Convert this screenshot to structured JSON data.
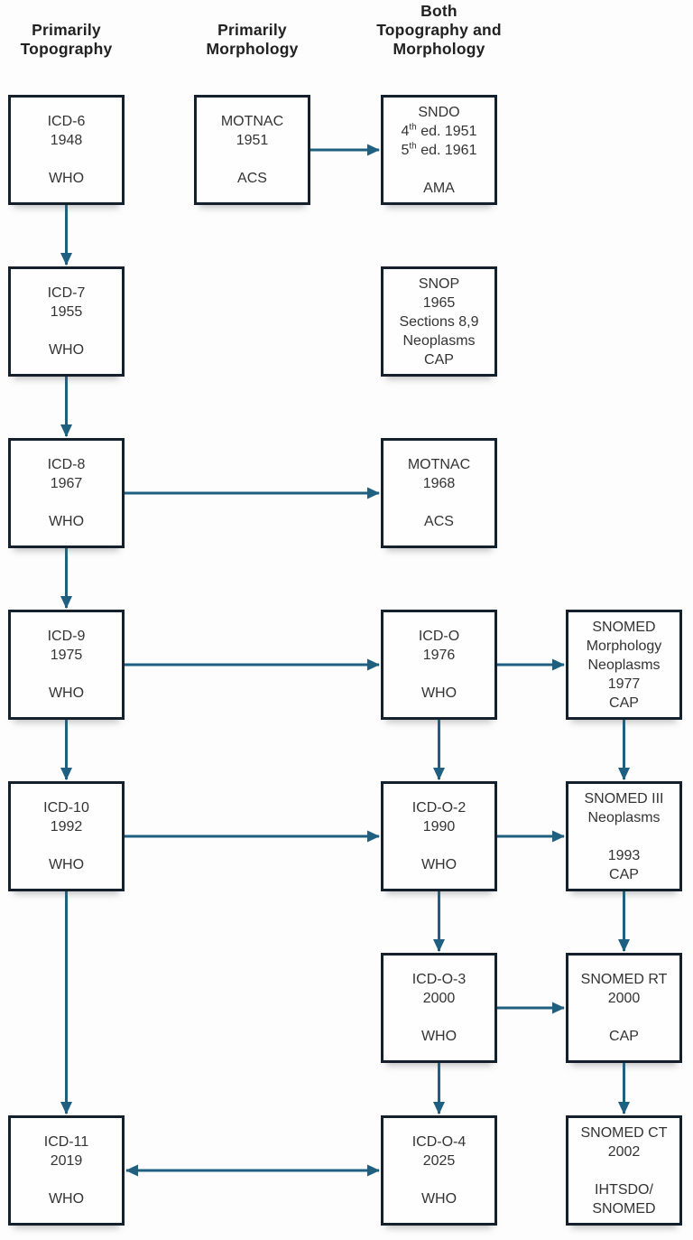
{
  "colors": {
    "arrow": "#1f6080",
    "box_border": "#14212c",
    "box_background": "#fefefe",
    "node_text": "#333333",
    "header_text": "#212121",
    "background": "#fdfdfd"
  },
  "headers": [
    {
      "id": "primarily-topography",
      "title": "Primarily\nTopography",
      "col": 0
    },
    {
      "id": "primarily-morphology",
      "title": "Primarily\nMorphology",
      "col": 1
    },
    {
      "id": "both-topography-and-morphology",
      "title": "Both\nTopography and\nMorphology",
      "col": 2
    }
  ],
  "nodes": [
    {
      "id": "icd6",
      "col": 0,
      "row": 0,
      "lines": [
        "ICD-6",
        "1948",
        "",
        "WHO"
      ]
    },
    {
      "id": "motnac1951",
      "col": 1,
      "row": 0,
      "lines": [
        "MOTNAC",
        "1951",
        "",
        "ACS"
      ]
    },
    {
      "id": "sndo",
      "col": 2,
      "row": 0,
      "lines": [
        "SNDO",
        "4th ed. 1951",
        "5th ed. 1961",
        "",
        "AMA"
      ]
    },
    {
      "id": "icd7",
      "col": 0,
      "row": 1,
      "lines": [
        "ICD-7",
        "1955",
        "",
        "WHO"
      ]
    },
    {
      "id": "snop",
      "col": 2,
      "row": 1,
      "lines": [
        "SNOP",
        "1965",
        "Sections 8,9",
        "Neoplasms",
        "CAP"
      ]
    },
    {
      "id": "icd8",
      "col": 0,
      "row": 2,
      "lines": [
        "ICD-8",
        "1967",
        "",
        "WHO"
      ]
    },
    {
      "id": "motnac1968",
      "col": 2,
      "row": 2,
      "lines": [
        "MOTNAC",
        "1968",
        "",
        "ACS"
      ]
    },
    {
      "id": "icd9",
      "col": 0,
      "row": 3,
      "lines": [
        "ICD-9",
        "1975",
        "",
        "WHO"
      ]
    },
    {
      "id": "icdo",
      "col": 2,
      "row": 3,
      "lines": [
        "ICD-O",
        "1976",
        "",
        "WHO"
      ]
    },
    {
      "id": "snomedmorph",
      "col": 3,
      "row": 3,
      "lines": [
        "SNOMED",
        "Morphology",
        "Neoplasms",
        "1977",
        "CAP"
      ]
    },
    {
      "id": "icd10",
      "col": 0,
      "row": 4,
      "lines": [
        "ICD-10",
        "1992",
        "",
        "WHO"
      ]
    },
    {
      "id": "icdo2",
      "col": 2,
      "row": 4,
      "lines": [
        "ICD-O-2",
        "1990",
        "",
        "WHO"
      ]
    },
    {
      "id": "snomed3",
      "col": 3,
      "row": 4,
      "lines": [
        "SNOMED III",
        "Neoplasms",
        "",
        "1993",
        "CAP"
      ]
    },
    {
      "id": "icdo3",
      "col": 2,
      "row": 5,
      "lines": [
        "ICD-O-3",
        "2000",
        "",
        "WHO"
      ]
    },
    {
      "id": "snomedrt",
      "col": 3,
      "row": 5,
      "lines": [
        "SNOMED RT",
        "2000",
        "",
        "CAP"
      ]
    },
    {
      "id": "icd11",
      "col": 0,
      "row": 6,
      "lines": [
        "ICD-11",
        "2019",
        "",
        "WHO"
      ]
    },
    {
      "id": "icdo4",
      "col": 2,
      "row": 6,
      "lines": [
        "ICD-O-4",
        "2025",
        "",
        "WHO"
      ]
    },
    {
      "id": "snomedct",
      "col": 3,
      "row": 6,
      "lines": [
        "SNOMED CT",
        "2002",
        "",
        "IHTSDO/",
        "SNOMED"
      ]
    }
  ],
  "edges": [
    {
      "from": "icd6",
      "to": "icd7",
      "double": false
    },
    {
      "from": "icd7",
      "to": "icd8",
      "double": false
    },
    {
      "from": "icd8",
      "to": "icd9",
      "double": false
    },
    {
      "from": "icd9",
      "to": "icd10",
      "double": false
    },
    {
      "from": "icd10",
      "to": "icd11",
      "double": false
    },
    {
      "from": "motnac1951",
      "to": "sndo",
      "double": false
    },
    {
      "from": "icd8",
      "to": "motnac1968",
      "double": false
    },
    {
      "from": "icd9",
      "to": "icdo",
      "double": false
    },
    {
      "from": "icdo",
      "to": "snomedmorph",
      "double": false
    },
    {
      "from": "icdo",
      "to": "icdo2",
      "double": false
    },
    {
      "from": "snomedmorph",
      "to": "snomed3",
      "double": false
    },
    {
      "from": "icd10",
      "to": "icdo2",
      "double": false
    },
    {
      "from": "icdo2",
      "to": "snomed3",
      "double": false
    },
    {
      "from": "icdo2",
      "to": "icdo3",
      "double": false
    },
    {
      "from": "snomed3",
      "to": "snomedrt",
      "double": false
    },
    {
      "from": "icdo3",
      "to": "snomedrt",
      "double": false
    },
    {
      "from": "icdo3",
      "to": "icdo4",
      "double": false
    },
    {
      "from": "snomedrt",
      "to": "snomedct",
      "double": false
    },
    {
      "from": "icd11",
      "to": "icdo4",
      "double": true
    }
  ]
}
